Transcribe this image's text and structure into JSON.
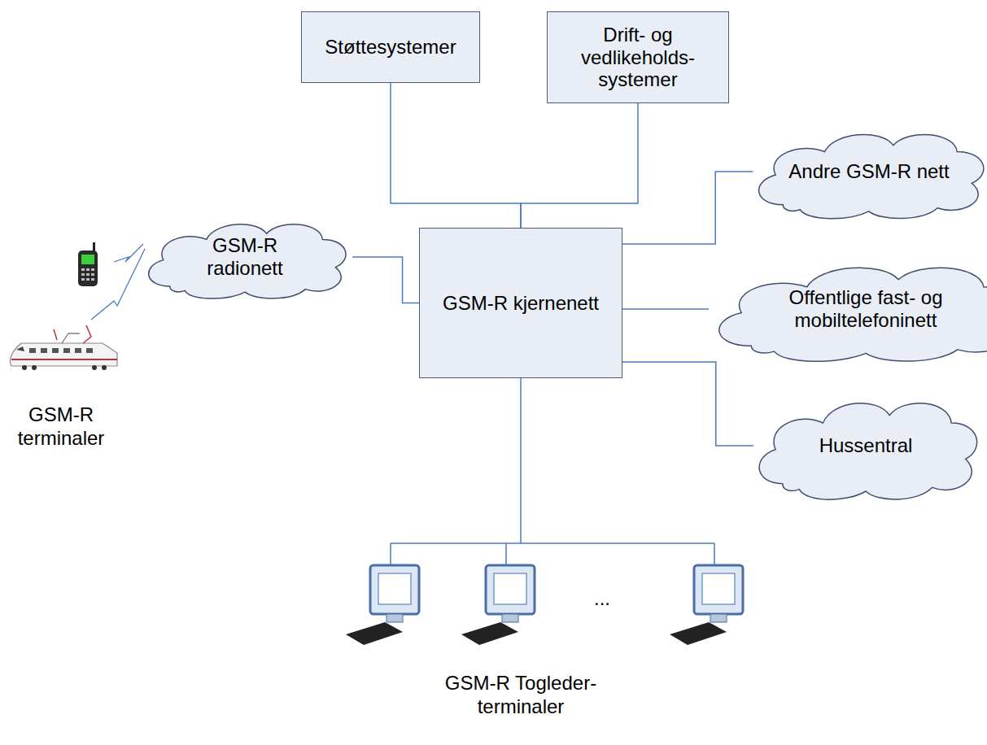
{
  "diagram": {
    "nodes": [
      {
        "text": [
          "Støttesystemer"
        ]
      },
      {
        "text": [
          "Drift- og vedlikeholds- systemer"
        ]
      },
      {
        "text": [
          "GSM-R radionett"
        ]
      },
      {
        "text": [
          "GSM-R kjernenett"
        ]
      },
      {
        "text": [
          "Andre GSM-R nett"
        ]
      },
      {
        "text": [
          "Offentlige fast- og mobiltelefoninett"
        ]
      },
      {
        "text": [
          "Hussentral"
        ]
      }
    ],
    "edges": [
      {
        "from": 0,
        "to": 3,
        "arrow": "none"
      },
      {
        "from": 1,
        "to": 3,
        "arrow": "none"
      },
      {
        "from": 2,
        "to": 3,
        "arrow": "none"
      },
      {
        "from": 3,
        "to": 4,
        "arrow": "none"
      },
      {
        "from": 3,
        "to": 5,
        "arrow": "none"
      },
      {
        "from": 3,
        "to": 6,
        "arrow": "none"
      }
    ],
    "labels": [
      "GSM-R terminaler",
      "...",
      "GSM-R Togleder- terminaler"
    ]
  }
}
